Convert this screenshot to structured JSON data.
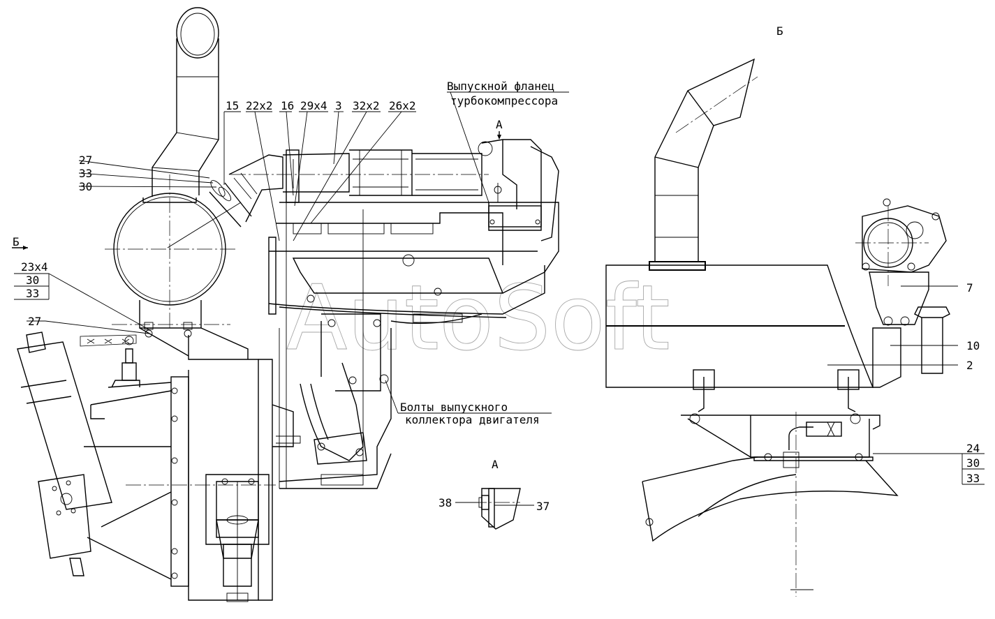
{
  "watermark": "AutoSoft",
  "view_labels": {
    "view_b_main": "Б",
    "view_b_arrow": "Б",
    "view_a_callout": "А",
    "view_a_detail": "А"
  },
  "notes": {
    "exhaust_flange_line1": "Выпускной фланец",
    "exhaust_flange_line2": "турбокомпрессора",
    "manifold_bolts_line1": "Болты выпускного",
    "manifold_bolts_line2": "коллектора двигателя"
  },
  "callouts": {
    "c15": "15",
    "c22x2": "22х2",
    "c16": "16",
    "c29x4": "29х4",
    "c3": "3",
    "c32x2": "32х2",
    "c26x2": "26х2",
    "c27_top": "27",
    "c33_top": "33",
    "c30_top": "30",
    "c23x4": "23х4",
    "c30_left": "30",
    "c33_left": "33",
    "c27_left": "27",
    "c38": "38",
    "c37": "37",
    "c7": "7",
    "c10": "10",
    "c2": "2",
    "c24": "24",
    "c30_right": "30",
    "c33_right": "33"
  }
}
